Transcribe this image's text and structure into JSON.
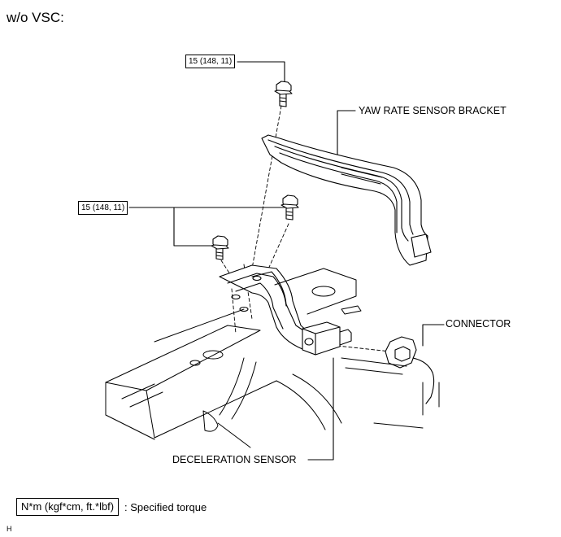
{
  "title": "w/o VSC:",
  "torque_top": "15 (148, 11)",
  "torque_left": "15 (148, 11)",
  "labels": {
    "bracket": "YAW RATE SENSOR BRACKET",
    "connector": "CONNECTOR",
    "sensor": "DECELERATION SENSOR"
  },
  "legend": {
    "box": "N*m (kgf*cm, ft.*lbf)",
    "text": ": Specified torque"
  },
  "footnote": "H"
}
